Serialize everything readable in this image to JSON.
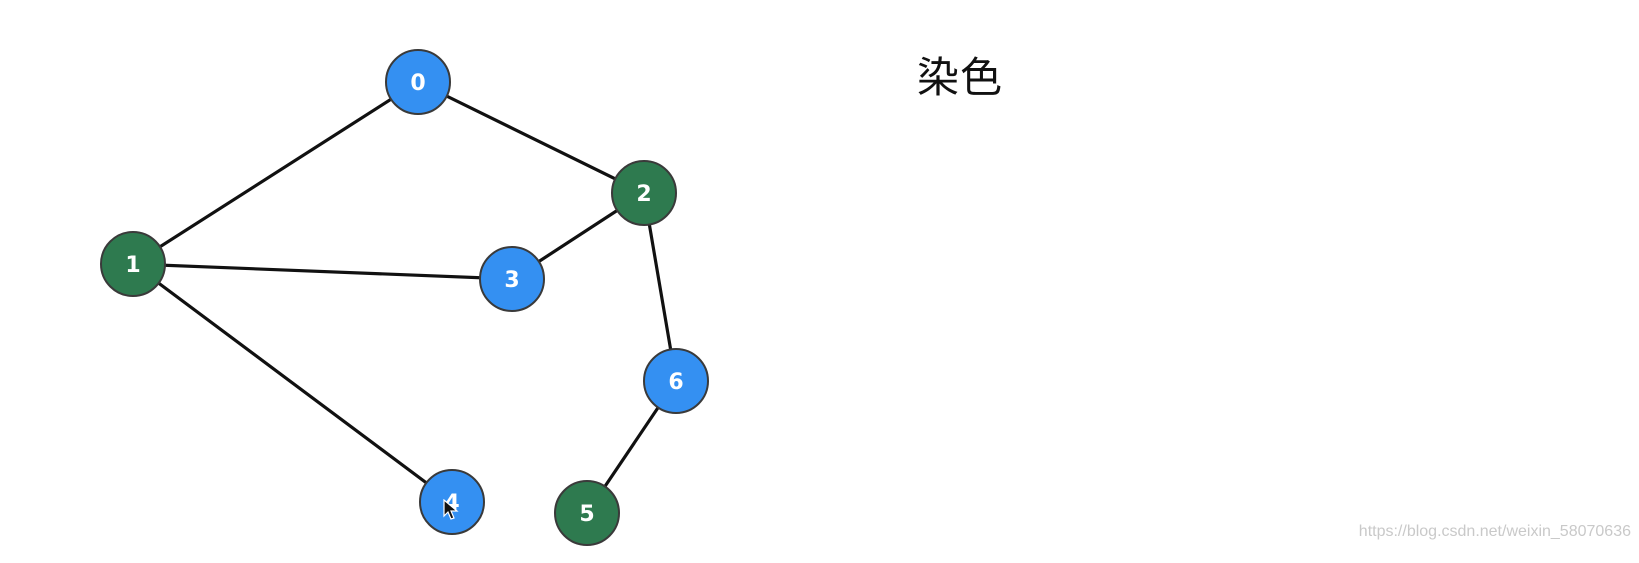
{
  "title": "染色",
  "watermark": "https://blog.csdn.net/weixin_58070636",
  "colors": {
    "blue": "#3490f2",
    "green": "#2e7a4f",
    "edge": "#111111",
    "label": "#ffffff"
  },
  "graph": {
    "nodes": [
      {
        "id": "0",
        "label": "0",
        "color": "blue"
      },
      {
        "id": "1",
        "label": "1",
        "color": "green"
      },
      {
        "id": "2",
        "label": "2",
        "color": "green"
      },
      {
        "id": "3",
        "label": "3",
        "color": "blue"
      },
      {
        "id": "4",
        "label": "4",
        "color": "blue"
      },
      {
        "id": "5",
        "label": "5",
        "color": "green"
      },
      {
        "id": "6",
        "label": "6",
        "color": "blue"
      }
    ],
    "edges": [
      {
        "from": "0",
        "to": "1"
      },
      {
        "from": "0",
        "to": "2"
      },
      {
        "from": "1",
        "to": "3"
      },
      {
        "from": "1",
        "to": "4"
      },
      {
        "from": "2",
        "to": "3"
      },
      {
        "from": "2",
        "to": "6"
      },
      {
        "from": "6",
        "to": "5"
      }
    ]
  }
}
